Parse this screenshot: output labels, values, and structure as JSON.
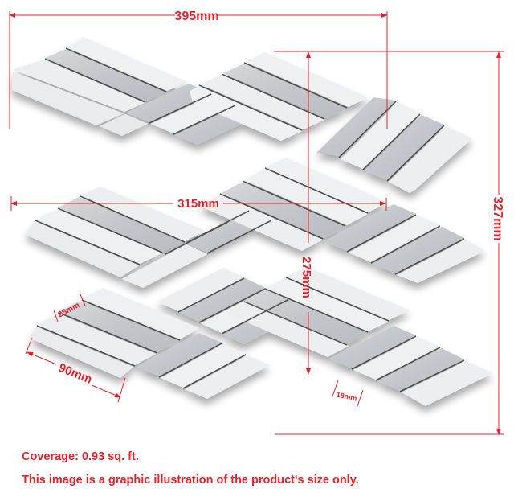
{
  "product": {
    "coverage_text": "Coverage: 0.93 sq. ft.",
    "disclaimer_text": "This image is a graphic illustration of the product's size only."
  },
  "dimensions": {
    "overall_width": "395mm",
    "overall_height": "327mm",
    "inner_width": "315mm",
    "inner_height": "275mm",
    "tile_length": "90mm",
    "tile_width": "25mm",
    "tile_width_small": "18mm"
  },
  "colors": {
    "annotation": "#e8212a",
    "tile_white": "#eef0f0",
    "tile_grey": "#c9ccd0",
    "grout": "#3a3a3a",
    "background": "#ffffff"
  }
}
